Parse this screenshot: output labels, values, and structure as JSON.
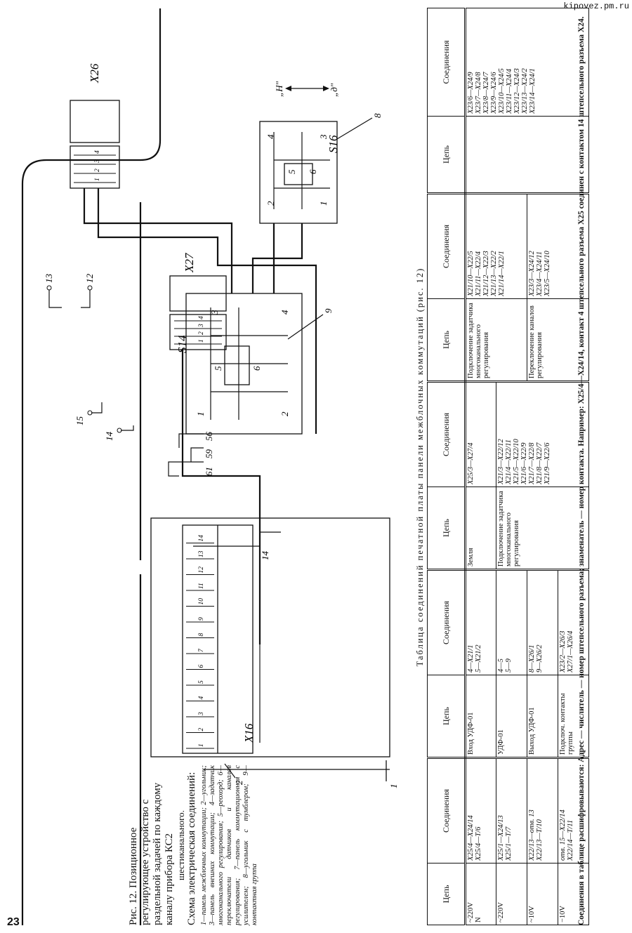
{
  "site": "kipovez.pm.ru",
  "page_number": "23",
  "caption": {
    "title": "Рис. 12. Позиционное регулирующее устройство с раздельной задачей по каждому каналу прибора КС2",
    "subtitle": "шестиканального.",
    "scheme": "Схема электрическая соединений:",
    "legend": "1—панель межблочных коммутации; 2—угольник; 3—панель внешних коммутации; 4—задатчик многоканального регулирования; 5—реохорд; 6—переключатели датчиков и каналов регулирования; 7—панель коммутационная с усилителем; 8—угольник с тумблером; 9—контактная группа"
  },
  "diagram": {
    "labels": {
      "x26": "X26",
      "x27": "X27",
      "x16": "X16",
      "s14": "S14",
      "s16": "S16",
      "pos_n": "„Н\"",
      "pos_d": "„д\"",
      "n1": "1",
      "n2": "2",
      "n8": "8",
      "n9": "9",
      "t13": "13",
      "t12": "12",
      "t14": "14",
      "t15": "15",
      "t56": "56",
      "t59": "59",
      "t61": "61",
      "p1": "1",
      "p2": "2",
      "p3": "3",
      "p4": "4",
      "p5": "5",
      "p6": "6"
    },
    "x16_pins": [
      "1",
      "2",
      "3",
      "4",
      "5",
      "6",
      "7",
      "8",
      "9",
      "10",
      "11",
      "12",
      "13",
      "14"
    ],
    "x26_pins": [
      "1",
      "2",
      "3",
      "4"
    ],
    "x27_pins": [
      "1",
      "2",
      "3",
      "4"
    ]
  },
  "table": {
    "title": "Таблица соединений печатной платы панели межблочных коммутаций (рис. 12)",
    "headers": [
      "Цепь",
      "Соединения",
      "Цепь",
      "Соединения",
      "Цепь",
      "Соединения",
      "Цепь",
      "Соединения",
      "Цепь",
      "Соединения"
    ],
    "groups": [
      {
        "circuit": "~220V\nN",
        "conn": "X25/4—X24/14\nX25/4—T/6"
      },
      {
        "circuit": "~220V",
        "conn": "X25/1—X24/13\nX25/1—T/7"
      },
      {
        "circuit": "~10V",
        "conn": "X22/13—отв. 13\nX22/13—T/10"
      },
      {
        "circuit": "−10V",
        "conn": "отв. 15—X22/14\nX22/14—T/11"
      }
    ],
    "col2": [
      {
        "circuit": "Вход УДФ-01",
        "conn": "4—X21/1\n5—X21/2"
      },
      {
        "circuit": "УДФ-01",
        "conn": "4—5\n5—9"
      },
      {
        "circuit": "Выход УДФ-01",
        "conn": "8—X26/1\n9—X26/2"
      },
      {
        "circuit": "Подключ. контакты группы",
        "conn": "X23/2—X26/3\nX27/1—X26/4"
      }
    ],
    "col3": [
      {
        "circuit": "Земля",
        "conn": "X25/3—X27/4"
      },
      {
        "circuit": "Подключение задатчика многоканального регулирования",
        "conn": "X21/3—X22/12\nX21/4—X22/11\nX21/5—X22/10\nX21/6—X22/9\nX21/7—X22/8\nX21/8—X22/7\nX21/9—X22/6"
      }
    ],
    "col4": [
      {
        "circuit": "Подключение задатчика многоканального регулирования",
        "conn": "X21/10—X22/5\nX21/11—X22/4\nX21/12—X22/3\nX21/13—X22/2\nX21/14—X22/1"
      },
      {
        "circuit": "Переключение каналов регулирования",
        "conn": "X23/3—X24/12\nX23/4—X24/11\nX23/5—X24/10"
      }
    ],
    "col5": [
      {
        "circuit": "",
        "conn": "X23/6—X24/9\nX23/7—X24/8\nX23/8—X24/7\nX23/9—X24/6\nX23/10—X24/5\nX23/11—X24/4\nX23/12—X24/3\nX23/13—X24/2\nX23/14—X24/1"
      }
    ]
  },
  "note": "Соединения в таблице расшифровываются: Адрес — числитель — номер штепсельного разъема; знаменатель — номер контакта. Например: X25/4—X24/14, контакт 4 штепсельного разъема X25 соединен с контактом 14 штепсельного разъема X24."
}
